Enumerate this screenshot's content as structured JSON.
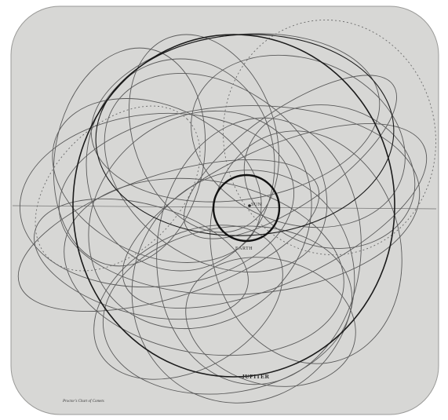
{
  "center_label": "SUN",
  "earth_label": "EARTH",
  "jupiter_label": "JUPITER",
  "caption": "Proctor's Chart of Comets",
  "colors": {
    "plate_background": "#d7d7d5",
    "orbit_line": "#5a5a5a",
    "major_orbit_line": "#1a1a1a",
    "outer_background": "#ffffff"
  }
}
